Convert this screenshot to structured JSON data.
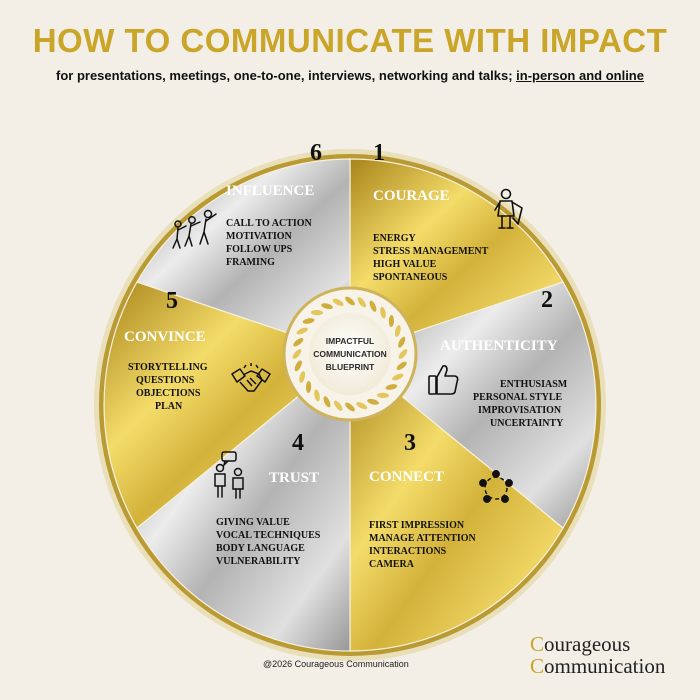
{
  "title": "HOW TO COMMUNICATE WITH IMPACT",
  "subtitle_main": "for presentations, meetings, one-to-one, interviews, networking and talks; ",
  "subtitle_link": "in-person and online",
  "center": {
    "line1": "IMPACTFUL",
    "line2": "COMMUNICATION",
    "line3": "BLUEPRINT"
  },
  "segments": [
    {
      "number": "1",
      "heading": "COURAGE",
      "items": [
        "ENERGY",
        "STRESS MANAGEMENT",
        "HIGH VALUE",
        "SPONTANEOUS"
      ],
      "icon": "superhero-icon"
    },
    {
      "number": "2",
      "heading": "AUTHENTICITY",
      "items": [
        "ENTHUSIASM",
        "PERSONAL STYLE",
        "IMPROVISATION",
        "UNCERTAINTY"
      ],
      "icon": "thumbs-up-icon"
    },
    {
      "number": "3",
      "heading": "CONNECT",
      "items": [
        "FIRST IMPRESSION",
        "MANAGE ATTENTION",
        "INTERACTIONS",
        "CAMERA"
      ],
      "icon": "people-circle-icon"
    },
    {
      "number": "4",
      "heading": "TRUST",
      "items": [
        "GIVING VALUE",
        "VOCAL TECHNIQUES",
        "BODY LANGUAGE",
        "VULNERABILITY"
      ],
      "icon": "conversation-icon"
    },
    {
      "number": "5",
      "heading": "CONVINCE",
      "items": [
        "STORYTELLING",
        "QUESTIONS",
        "OBJECTIONS",
        "PLAN"
      ],
      "icon": "handshake-icon"
    },
    {
      "number": "6",
      "heading": "INFLUENCE",
      "items": [
        "CALL TO ACTION",
        "MOTIVATION",
        "FOLLOW UPS",
        "FRAMING"
      ],
      "icon": "leader-icon"
    }
  ],
  "footer": {
    "copyright": "@2026 Courageous Communication",
    "brand_c1": "C",
    "brand_rest1": "ourageous",
    "brand_c2": "C",
    "brand_rest2": "ommunication"
  },
  "colors": {
    "gold": "#c9a62a",
    "gold_light": "#f4dc6a",
    "silver": "#a9a9a9",
    "silver_light": "#e6e6e6",
    "text_dark": "#111111",
    "text_white": "#ffffff"
  }
}
